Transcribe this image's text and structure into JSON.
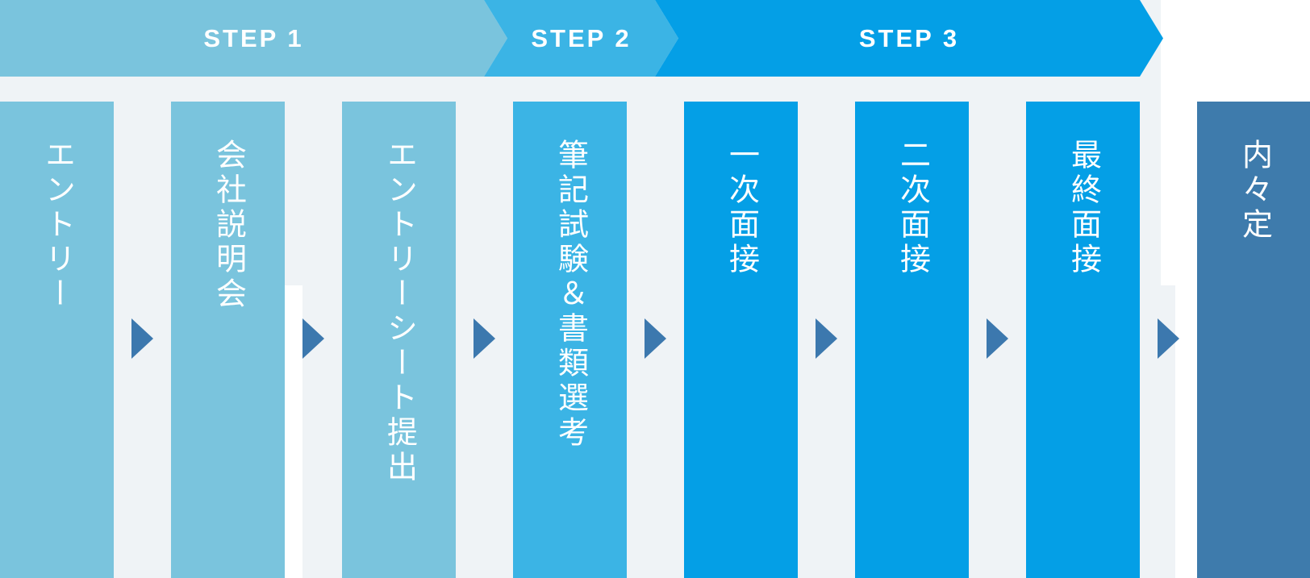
{
  "diagram": {
    "steps": [
      {
        "label": "STEP 1"
      },
      {
        "label": "STEP 2"
      },
      {
        "label": "STEP 3"
      }
    ],
    "stages": [
      {
        "label": "エントリー",
        "step": "STEP 1"
      },
      {
        "label": "会社説明会",
        "step": "STEP 1"
      },
      {
        "label": "エントリーシート提出",
        "step": "STEP 1"
      },
      {
        "label": "筆記試験＆書類選考",
        "step": "STEP 2"
      },
      {
        "label": "一次面接",
        "step": "STEP 3"
      },
      {
        "label": "二次面接",
        "step": "STEP 3"
      },
      {
        "label": "最終面接",
        "step": "STEP 3"
      },
      {
        "label": "内々定",
        "step": null
      }
    ],
    "colors": {
      "step1": "#7ac4dd",
      "step2": "#3bb4e5",
      "step3": "#049fe6",
      "offer": "#3e7bac",
      "arrow": "#3c78ae",
      "background": "#eff3f6",
      "text": "#ffffff"
    },
    "icons": {
      "stage_connector": "right-triangle-icon"
    }
  }
}
